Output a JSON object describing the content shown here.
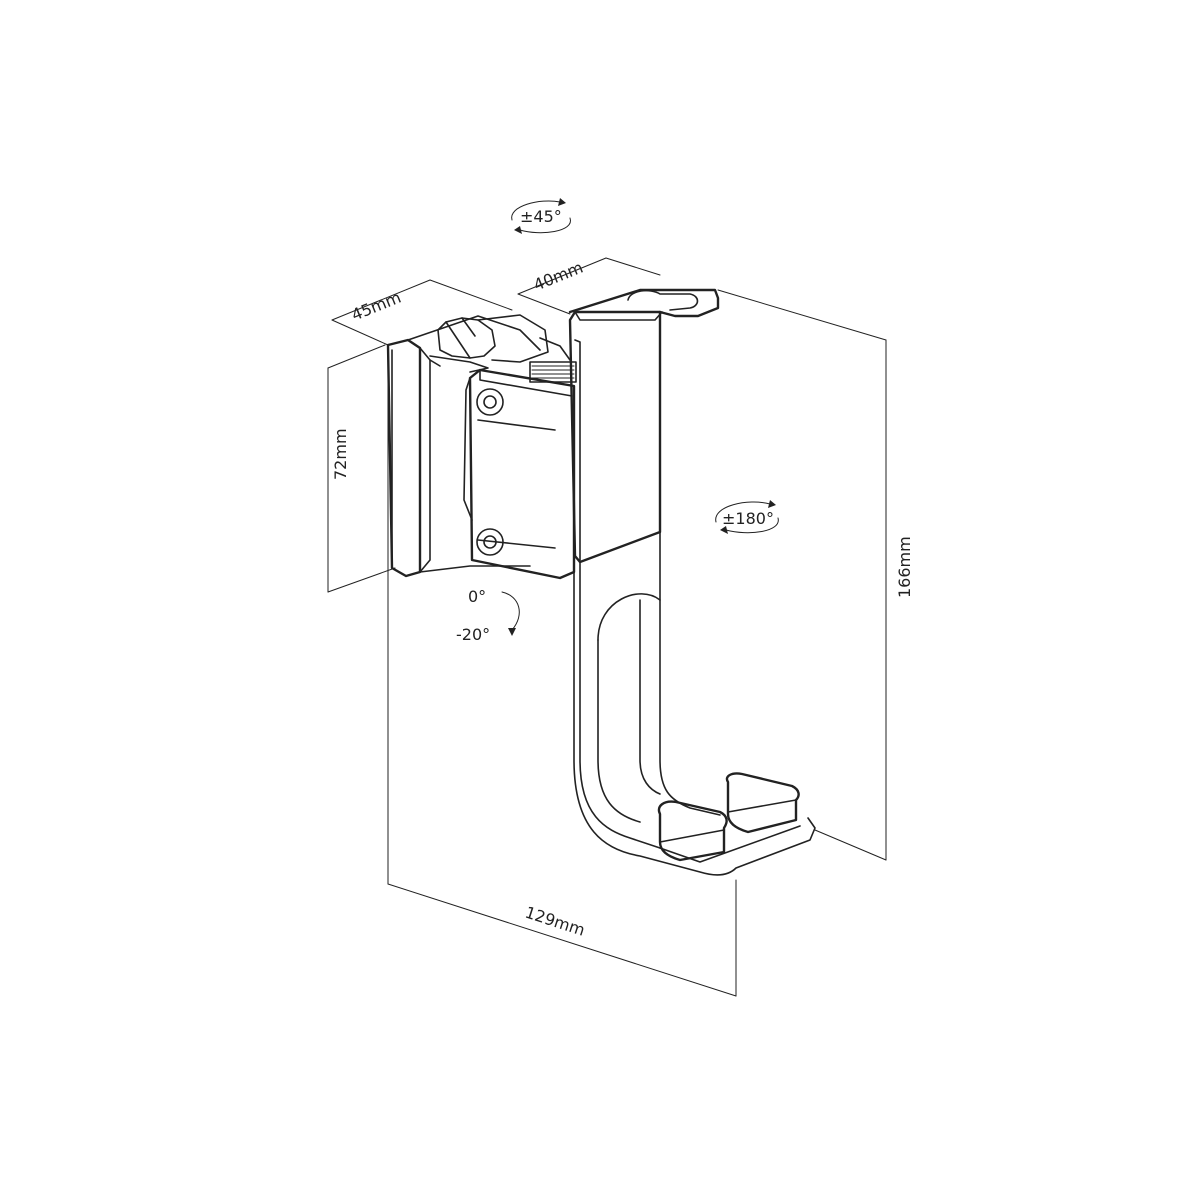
{
  "dimensions": {
    "width_45": "45mm",
    "width_40": "40mm",
    "height_72": "72mm",
    "height_166": "166mm",
    "depth_129": "129mm"
  },
  "rotations": {
    "swivel": "±45°",
    "rotate": "±180°",
    "tilt_top": "0°",
    "tilt_bottom": "-20°"
  },
  "colors": {
    "line": "#222222",
    "background": "#ffffff"
  }
}
